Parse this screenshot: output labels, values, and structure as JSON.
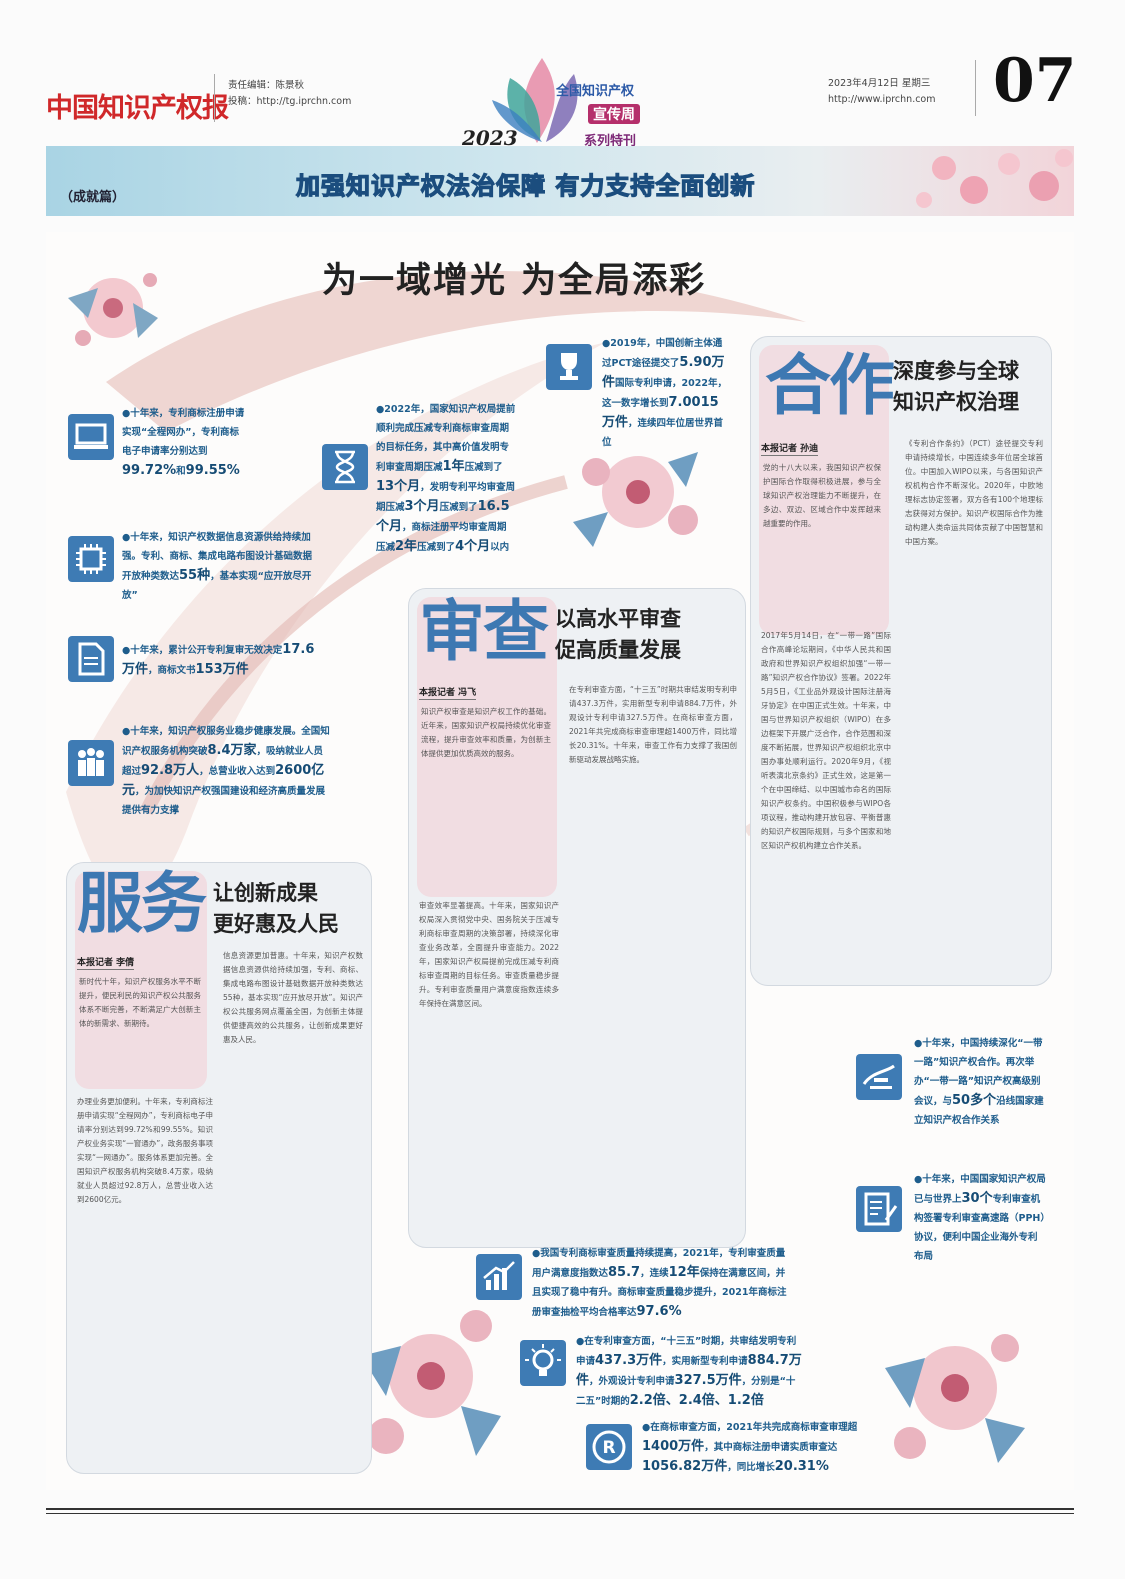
{
  "masthead": {
    "logo": "中国知识产权报",
    "editor": "责任编辑：陈景秋",
    "contribute": "投稿：http://tg.iprchn.com",
    "date": "2023年4月12日 星期三",
    "site": "http://www.iprchn.com",
    "page_number": "07"
  },
  "emblem": {
    "line1": "全国知识产权",
    "line2": "宣传周",
    "line3": "系列特刊",
    "year": "2023"
  },
  "banner": {
    "tag": "（成就篇）",
    "slogan": "加强知识产权法治保障 有力支持全面创新"
  },
  "headline": "为一域增光 为全局添彩",
  "facts": {
    "f1": {
      "text": "●十年来，专利商标注册申请实现“全程网办”，专利商标电子申请率分别达到",
      "hi1": "99.72%",
      "mid": "和",
      "hi2": "99.55%"
    },
    "f2": {
      "text": "●十年来，知识产权数据信息资源供给持续加强。专利、商标、集成电路布图设计基础数据开放种类数达",
      "hi": "55种",
      "tail": "，基本实现“应开放尽开放”"
    },
    "f3": {
      "text": "●十年来，累计公开专利复审无效决定",
      "hi1": "17.6万件",
      "mid": "，商标文书",
      "hi2": "153万件"
    },
    "f4": {
      "text": "●十年来，知识产权服务业稳步健康发展。全国知识产权服务机构突破",
      "hi1": "8.4万家",
      "mid": "，吸纳就业人员超过",
      "hi2": "92.8万人",
      "mid2": "，总营业收入达到",
      "hi3": "2600亿元",
      "tail": "，为加快知识产权强国建设和经济高质量发展提供有力支撑"
    },
    "f5": {
      "text": "●2022年，国家知识产权局提前顺利完成压减专利商标审查周期的目标任务，其中高价值发明专利审查周期压减",
      "hi1": "1年",
      "mid1": "压减到了",
      "hi2": "13个月",
      "mid2": "，发明专利平均审查周期压减",
      "hi3": "3个月",
      "mid3": "压减到了",
      "hi4": "16.5个月",
      "mid4": "，商标注册平均审查周期压减",
      "hi5": "2年",
      "mid5": "压减到了",
      "hi6": "4个月",
      "tail": "以内"
    },
    "f6": {
      "text": "●2019年，中国创新主体通过PCT途径提交了",
      "hi1": "5.90万件",
      "mid": "国际专利申请，2022年，这一数字增长到",
      "hi2": "7.0015万件",
      "tail": "，连续四年位居世界首位"
    },
    "f7": {
      "text": "●十年来，中国持续深化“一带一路”知识产权合作。再次举办“一带一路”知识产权高级别会议，与",
      "hi": "50多个",
      "tail": "沿线国家建立知识产权合作关系"
    },
    "f8": {
      "text": "●十年来，中国国家知识产权局已与世界上",
      "hi": "30个",
      "tail": "专利审查机构签署专利审查高速路（PPH）协议，便利中国企业海外专利布局"
    },
    "f9": {
      "text": "●我国专利商标审查质量持续提高，2021年，专利审查质量用户满意度指数达",
      "hi1": "85.7",
      "mid": "，连续",
      "hi2": "12年",
      "mid2": "保持在满意区间，并且实现了稳中有升。商标审查质量稳步提升，2021年商标注册审查抽检平均合格率达",
      "hi3": "97.6%"
    },
    "f10": {
      "text": "●在专利审查方面，“十三五”时期，共审结发明专利申请",
      "hi1": "437.3万件",
      "mid": "，实用新型专利申请",
      "hi2": "884.7万件",
      "mid2": "，外观设计专利申请",
      "hi3": "327.5万件",
      "mid3": "，分别是“十二五”时期的",
      "hi4": "2.2倍、2.4倍、1.2倍"
    },
    "f11": {
      "text": "●在商标审查方面，2021年共完成商标审查审理超",
      "hi1": "1400万件",
      "mid": "，其中商标注册申请实质审查达",
      "hi2": "1056.82万件",
      "tail": "，同比增长",
      "hi3": "20.31%"
    }
  },
  "sections": {
    "coop": {
      "big": "合作",
      "title1": "深度参与全球",
      "title2": "知识产权治理",
      "byline": "本报记者 孙迪",
      "lead": "党的十八大以来，我国知识产权保护国际合作取得积极进展，参与全球知识产权治理能力不断提升，在多边、双边、区域合作中发挥越来越重要的作用。",
      "body": "2017年5月14日，在“一带一路”国际合作高峰论坛期间，《中华人民共和国政府和世界知识产权组织加强“一带一路”知识产权合作协议》签署。2022年5月5日，《工业品外观设计国际注册海牙协定》在中国正式生效。十年来，中国与世界知识产权组织（WIPO）在多边框架下开展广泛合作，合作范围和深度不断拓展，世界知识产权组织北京中国办事处顺利运行。2020年9月，《视听表演北京条约》正式生效，这是第一个在中国缔结、以中国城市命名的国际知识产权条约。中国积极参与WIPO各项议程，推动构建开放包容、平衡普惠的知识产权国际规则，与多个国家和地区知识产权机构建立合作关系。",
      "body2": "《专利合作条约》（PCT）途径提交专利申请持续增长，中国连续多年位居全球首位。中国加入WIPO以来，与各国知识产权机构合作不断深化。2020年，中欧地理标志协定签署，双方各有100个地理标志获得对方保护。知识产权国际合作为推动构建人类命运共同体贡献了中国智慧和中国方案。"
    },
    "exam": {
      "big": "审查",
      "title1": "以高水平审查",
      "title2": "促高质量发展",
      "byline": "本报记者 冯飞",
      "lead": "知识产权审查是知识产权工作的基础。近年来，国家知识产权局持续优化审查流程，提升审查效率和质量，为创新主体提供更加优质高效的服务。",
      "body": "审查效率显著提高。十年来，国家知识产权局深入贯彻党中央、国务院关于压减专利商标审查周期的决策部署，持续深化审查业务改革，全面提升审查能力。2022年，国家知识产权局提前完成压减专利商标审查周期的目标任务。审查质量稳步提升。专利审查质量用户满意度指数连续多年保持在满意区间。",
      "body2": "在专利审查方面，“十三五”时期共审结发明专利申请437.3万件，实用新型专利申请884.7万件，外观设计专利申请327.5万件。在商标审查方面，2021年共完成商标审查审理超1400万件，同比增长20.31%。十年来，审查工作有力支撑了我国创新驱动发展战略实施。"
    },
    "service": {
      "big": "服务",
      "title1": "让创新成果",
      "title2": "更好惠及人民",
      "byline": "本报记者 李倩",
      "lead": "新时代十年，知识产权服务水平不断提升，便民利民的知识产权公共服务体系不断完善，不断满足广大创新主体的新需求、新期待。",
      "body": "办理业务更加便利。十年来，专利商标注册申请实现“全程网办”，专利商标电子申请率分别达到99.72%和99.55%。知识产权业务实现“一窗通办”，政务服务事项实现“一网通办”。服务体系更加完善。全国知识产权服务机构突破8.4万家，吸纳就业人员超过92.8万人，总营业收入达到2600亿元。",
      "body2": "信息资源更加普惠。十年来，知识产权数据信息资源供给持续加强，专利、商标、集成电路布图设计基础数据开放种类数达55种，基本实现“应开放尽开放”。知识产权公共服务网点覆盖全国，为创新主体提供便捷高效的公共服务，让创新成果更好惠及人民。"
    }
  },
  "colors": {
    "accent_blue": "#3d78b2",
    "pink": "#f1dde2",
    "fact_blue": "#1e5d8c",
    "red_logo": "#d0282a"
  },
  "icons": [
    "computer-icon",
    "chip-icon",
    "document-icon",
    "people-icon",
    "hourglass-icon",
    "trophy-icon",
    "belt-road-icon",
    "form-icon",
    "growth-chart-icon",
    "lightbulb-icon",
    "registered-icon",
    "flower-decoration"
  ]
}
